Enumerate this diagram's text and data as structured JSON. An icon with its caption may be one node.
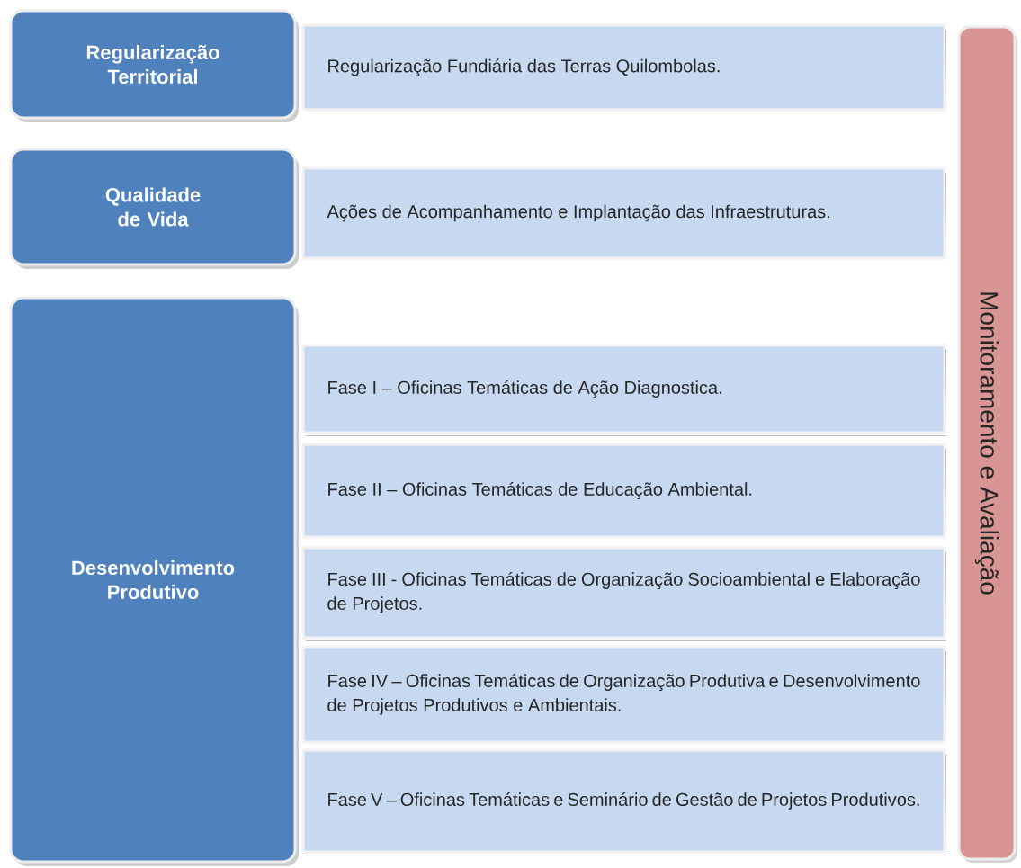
{
  "diagram": {
    "nodes": [
      {
        "text": [
          "Regularização Territorial"
        ]
      },
      {
        "text": [
          "Regularização Fundiária das Terras Quilombolas."
        ]
      },
      {
        "text": [
          "Qualidade de Vida"
        ]
      },
      {
        "text": [
          "Ações de Acompanhamento e Implantação das Infraestruturas."
        ]
      },
      {
        "text": [
          "Desenvolvimento Produtivo"
        ]
      },
      {
        "text": [
          "Fase I – Oficinas Temáticas de Ação Diagnostica."
        ]
      },
      {
        "text": [
          "Fase II – Oficinas Temáticas de Educação Ambiental."
        ]
      },
      {
        "text": [
          "Fase III - Oficinas Temáticas de Organização Socioambiental e Elaboração de Projetos."
        ]
      },
      {
        "text": [
          "Fase IV – Oficinas Temáticas de Organização Produtiva e Desenvolvimento de Projetos Produtivos e Ambientais."
        ]
      },
      {
        "text": [
          "Fase V – Oficinas Temáticas e Seminário de Gestão de Projetos Produtivos."
        ]
      },
      {
        "text": [
          "Monitoramento e Avaliação"
        ]
      }
    ],
    "edges": []
  }
}
